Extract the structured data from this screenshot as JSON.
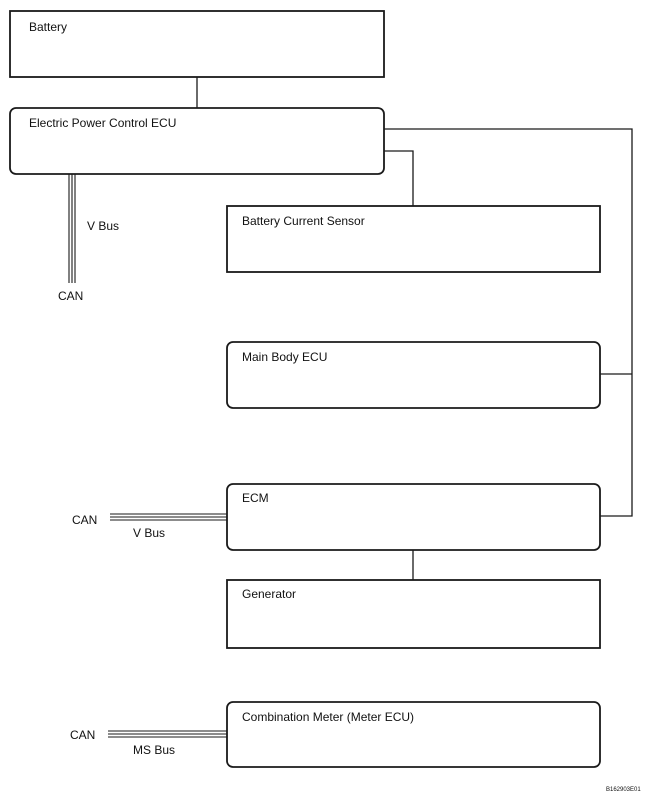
{
  "components": {
    "battery": "Battery",
    "power_control_ecu": "Electric Power Control ECU",
    "battery_current_sensor": "Battery Current Sensor",
    "main_body_ecu": "Main Body ECU",
    "ecm": "ECM",
    "generator": "Generator",
    "combination_meter": "Combination Meter (Meter ECU)"
  },
  "buses": {
    "power_ecu_can": "CAN",
    "power_ecu_vbus": "V Bus",
    "ecm_can": "CAN",
    "ecm_vbus": "V Bus",
    "meter_can": "CAN",
    "meter_msbus": "MS Bus"
  },
  "figure_code": "B162903E01"
}
